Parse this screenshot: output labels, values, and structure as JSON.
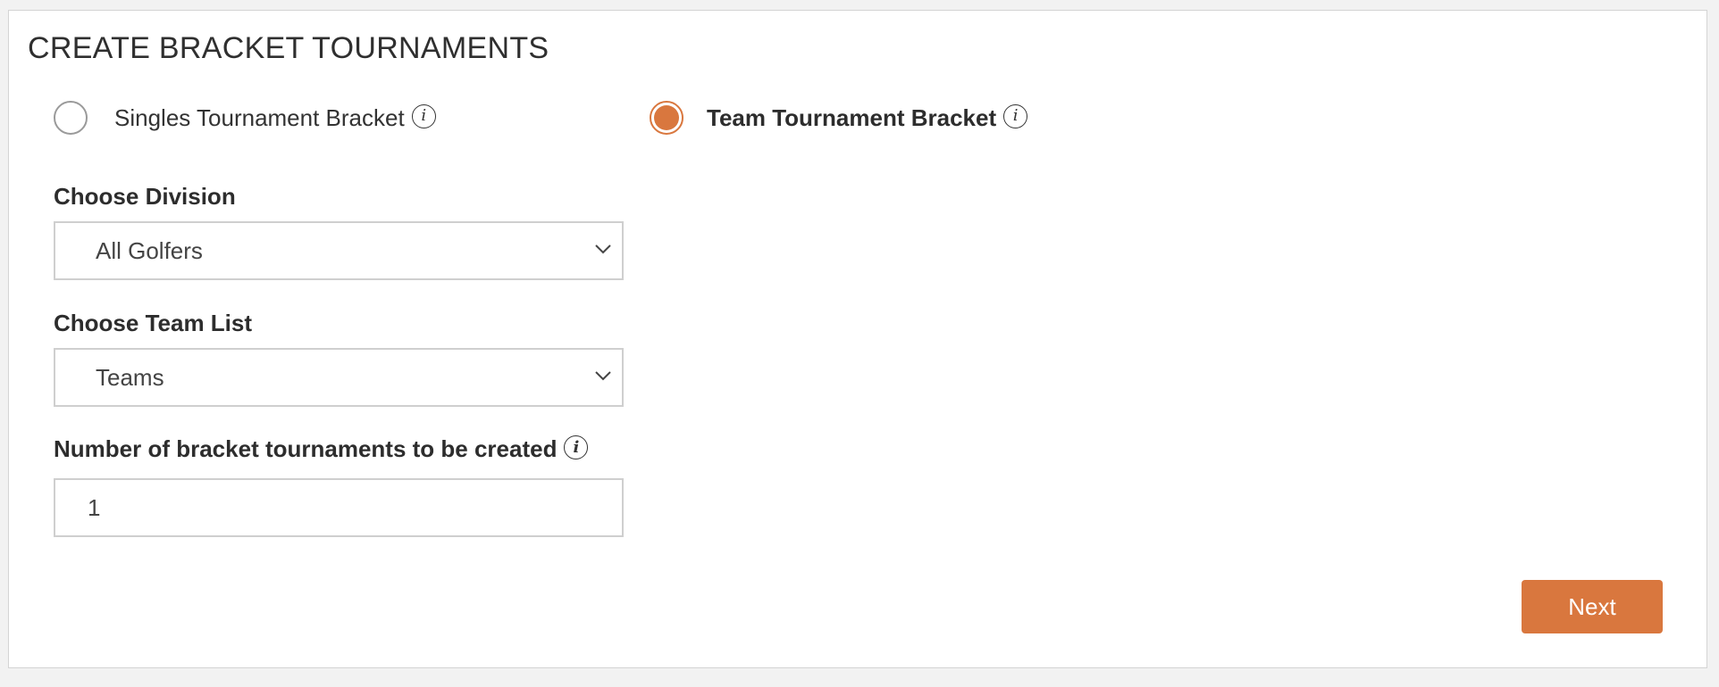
{
  "page": {
    "title": "CREATE BRACKET TOURNAMENTS"
  },
  "bracket_type": {
    "options": [
      {
        "label": "Singles Tournament Bracket",
        "selected": false,
        "icon": "info-icon"
      },
      {
        "label": "Team Tournament Bracket",
        "selected": true,
        "icon": "info-icon"
      }
    ]
  },
  "division": {
    "label": "Choose Division",
    "value": "All Golfers",
    "icon": "chevron-down-icon"
  },
  "team_list": {
    "label": "Choose Team List",
    "value": "Teams",
    "icon": "chevron-down-icon"
  },
  "count": {
    "label": "Number of bracket tournaments to be created",
    "value": "1",
    "icon": "info-icon"
  },
  "actions": {
    "next_label": "Next"
  },
  "colors": {
    "accent": "#d9773e",
    "background": "#f2f2f2",
    "panel": "#ffffff",
    "border": "#cfcfcf",
    "text": "#2d2d2d"
  }
}
